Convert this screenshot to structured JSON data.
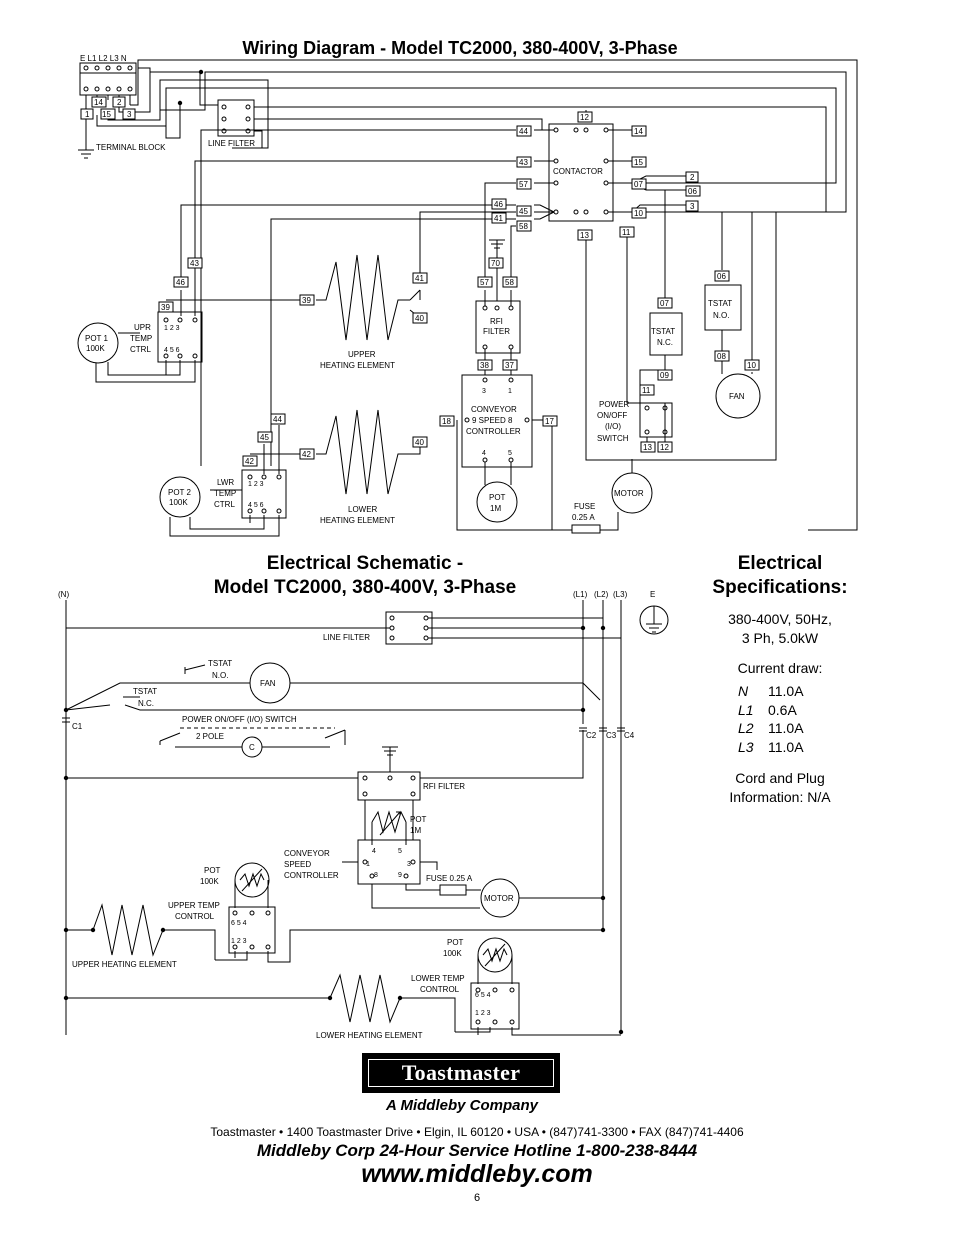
{
  "titles": {
    "wiring": "Wiring Diagram - Model TC2000, 380-400V, 3-Phase",
    "schematic_line1": "Electrical Schematic -",
    "schematic_line2": "Model TC2000, 380-400V, 3-Phase",
    "spec_line1": "Electrical",
    "spec_line2": "Specifications:"
  },
  "specs": {
    "voltage": "380-400V, 50Hz,",
    "phase_power": "3 Ph, 5.0kW",
    "current_label": "Current draw:",
    "current": [
      {
        "phase": "N",
        "amps": "11.0A"
      },
      {
        "phase": "L1",
        "amps": "0.6A"
      },
      {
        "phase": "L2",
        "amps": "11.0A"
      },
      {
        "phase": "L3",
        "amps": "11.0A"
      }
    ],
    "cord_label": "Cord and Plug",
    "cord_info": "Information:  N/A"
  },
  "wiring": {
    "terminal_header": "E L1 L2 L3 N",
    "terminal_block": "TERMINAL BLOCK",
    "line_filter": "LINE FILTER",
    "contactor": "CONTACTOR",
    "rfi_filter_1": "RFI",
    "rfi_filter_2": "FILTER",
    "conveyor_1": "CONVEYOR",
    "conveyor_2": "9  SPEED  8",
    "conveyor_3": "CONTROLLER",
    "upper_heating_1": "UPPER",
    "upper_heating_2": "HEATING ELEMENT",
    "lower_heating_1": "LOWER",
    "lower_heating_2": "HEATING ELEMENT",
    "pot1_1": "POT 1",
    "pot1_2": "100K",
    "pot2_1": "POT 2",
    "pot2_2": "100K",
    "pot_1m_1": "POT",
    "pot_1m_2": "1M",
    "upr_1": "UPR",
    "upr_2": "TEMP",
    "upr_3": "CTRL",
    "lwr_1": "LWR",
    "lwr_2": "TEMP",
    "lwr_3": "CTRL",
    "tstat_nc_1": "TSTAT",
    "tstat_nc_2": "N.C.",
    "tstat_no_1": "TSTAT",
    "tstat_no_2": "N.O.",
    "fan": "FAN",
    "motor": "MOTOR",
    "fuse_1": "FUSE",
    "fuse_2": "0.25 A",
    "power_1": "POWER",
    "power_2": "ON/OFF",
    "power_3": "(I/O)",
    "power_4": "SWITCH"
  },
  "schematic": {
    "n": "(N)",
    "l1": "(L1)",
    "l2": "(L2)",
    "l3": "(L3)",
    "e": "E",
    "line_filter": "LINE FILTER",
    "tstat_no_1": "TSTAT",
    "tstat_no_2": "N.O.",
    "tstat_nc_1": "TSTAT",
    "tstat_nc_2": "N.C.",
    "fan": "FAN",
    "c1": "C1",
    "c2": "C2",
    "c3": "C3",
    "c4": "C4",
    "power_switch": "POWER ON/OFF (I/O) SWITCH",
    "two_pole": "2 POLE",
    "c": "C",
    "rfi": "RFI FILTER",
    "pot1m_1": "POT",
    "pot1m_2": "1M",
    "conveyor_1": "CONVEYOR",
    "conveyor_2": "SPEED",
    "conveyor_3": "CONTROLLER",
    "fuse": "FUSE  0.25 A",
    "motor": "MOTOR",
    "pot_u_1": "POT",
    "pot_u_2": "100K",
    "upper_temp_1": "UPPER TEMP",
    "upper_temp_2": "CONTROL",
    "upper_heating": "UPPER HEATING ELEMENT",
    "pot_l_1": "POT",
    "pot_l_2": "100K",
    "lower_temp_1": "LOWER TEMP",
    "lower_temp_2": "CONTROL",
    "lower_heating": "LOWER HEATING ELEMENT"
  },
  "footer": {
    "logo": "Toastmaster",
    "tagline": "A  Middleby  Company",
    "address": "Toastmaster  •  1400 Toastmaster Drive  •  Elgin, IL 60120  •  USA  •  (847)741-3300  •  FAX (847)741-4406",
    "hotline": "Middleby Corp 24-Hour Service Hotline  1-800-238-8444",
    "website": "www.middleby.com",
    "page": "6"
  }
}
